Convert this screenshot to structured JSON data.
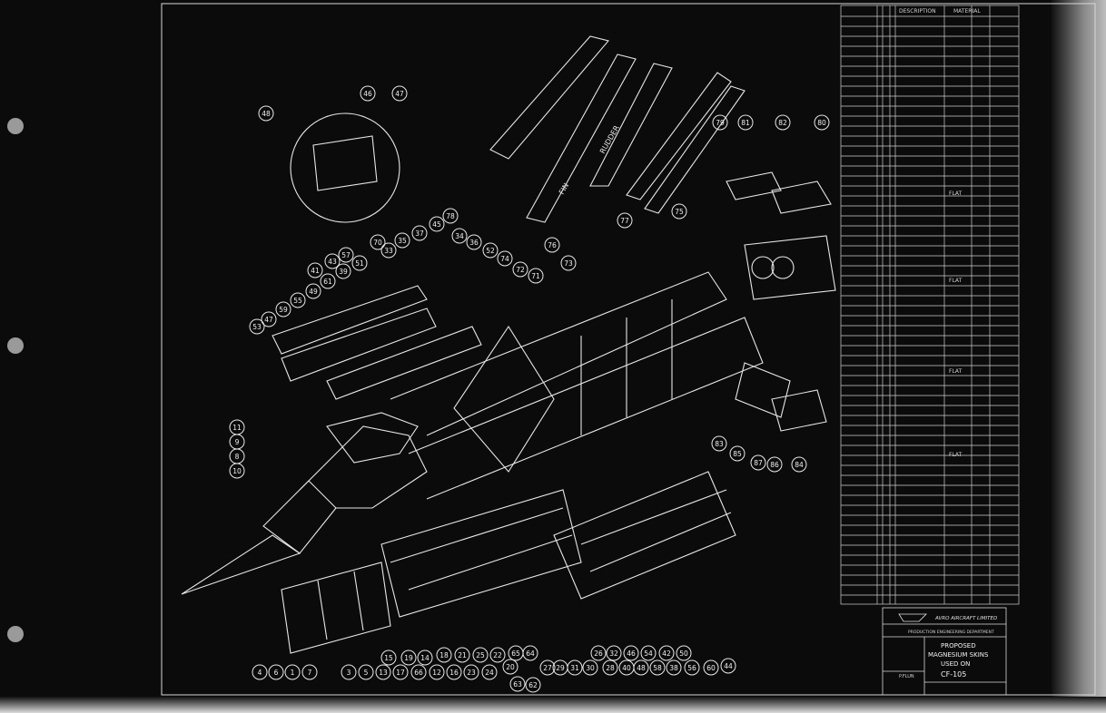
{
  "title_block": {
    "company": "AVRO AIRCRAFT LIMITED",
    "department": "PRODUCTION ENGINEERING DEPARTMENT",
    "title_line1": "PROPOSED",
    "title_line2": "MAGNESIUM SKINS",
    "title_line3": "USED ON",
    "drawing_no": "CF-105",
    "drawn_by": "P.FLUN"
  },
  "parts_list": {
    "headers": [
      "DESCRIPTION",
      "MATERIAL"
    ],
    "notes": [
      "FLAT",
      "FLAT",
      "FLAT",
      "FLAT"
    ]
  },
  "part_labels": {
    "fin": "FIN",
    "rudder": "RUDDER"
  },
  "callouts": [
    "4",
    "6",
    "1",
    "7",
    "3",
    "5",
    "13",
    "17",
    "66",
    "12",
    "16",
    "23",
    "24",
    "20",
    "63",
    "62",
    "27",
    "29",
    "31",
    "30",
    "28",
    "40",
    "48",
    "58",
    "38",
    "56",
    "60",
    "44",
    "15",
    "19",
    "14",
    "18",
    "21",
    "25",
    "22",
    "65",
    "64",
    "26",
    "32",
    "46",
    "54",
    "42",
    "50",
    "11",
    "9",
    "8",
    "10",
    "53",
    "47",
    "59",
    "55",
    "49",
    "41",
    "61",
    "43",
    "39",
    "57",
    "51",
    "70",
    "33",
    "35",
    "37",
    "45",
    "78",
    "34",
    "36",
    "52",
    "74",
    "72",
    "71",
    "73",
    "46",
    "47",
    "48",
    "77",
    "76",
    "75",
    "79",
    "81",
    "82",
    "80",
    "83",
    "85",
    "87",
    "86",
    "84"
  ],
  "colors": {
    "background": "#0b0b0b",
    "linework": "#e8e8e8"
  }
}
